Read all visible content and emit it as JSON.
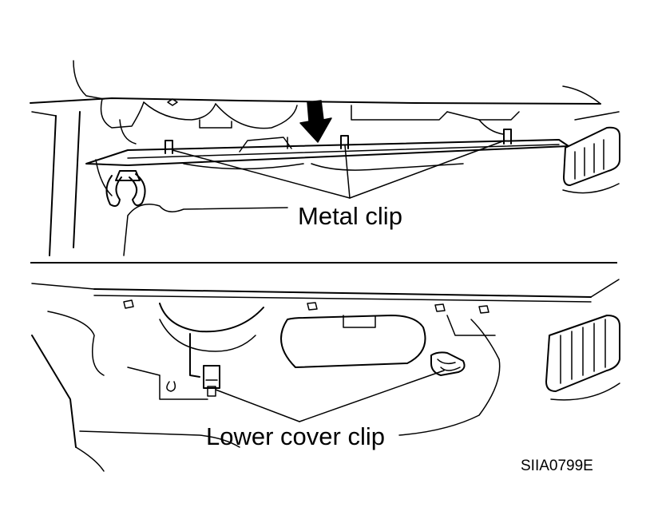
{
  "labels": {
    "metal_clip": "Metal clip",
    "lower_cover_clip": "Lower cover clip",
    "figure_code": "SIIA0799E"
  },
  "icons": {
    "arrow": "push-down-arrow-icon"
  }
}
